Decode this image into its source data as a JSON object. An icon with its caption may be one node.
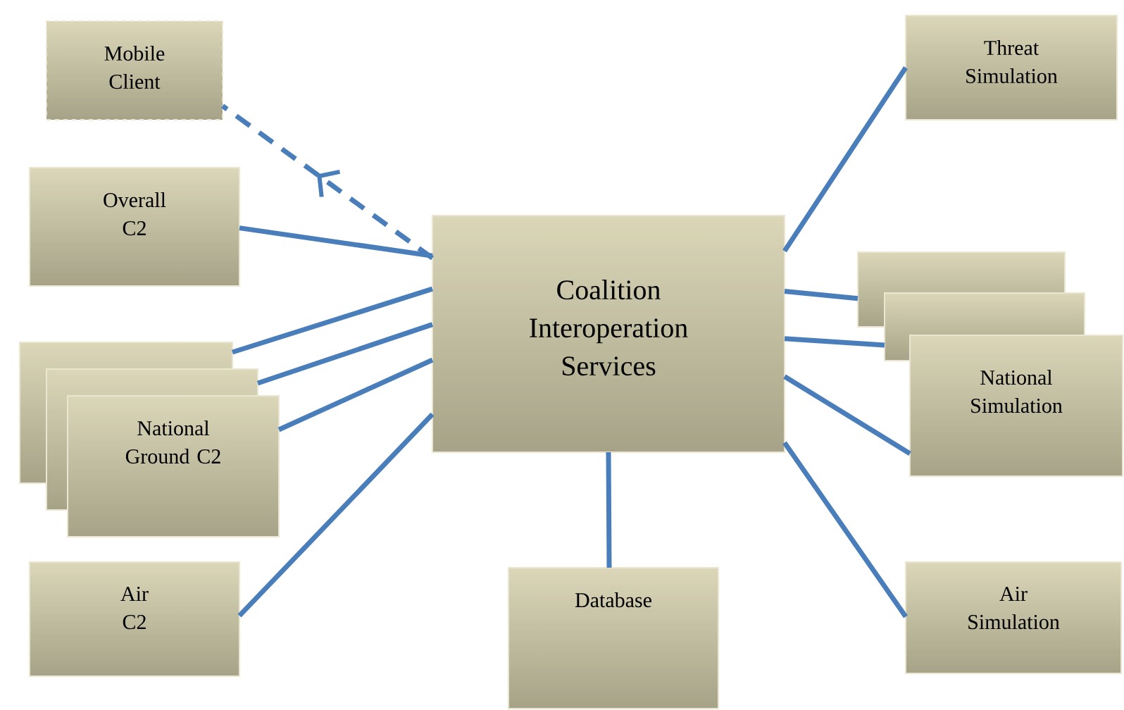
{
  "diagram": {
    "nodes": [
      {
        "text": [
          "Mobile Client"
        ]
      },
      {
        "text": [
          "Overall C2"
        ]
      },
      {
        "text": [],
        "shape": "box"
      },
      {
        "text": [],
        "shape": "box"
      },
      {
        "text": [
          "National Ground C2"
        ]
      },
      {
        "text": [
          "Air C2"
        ]
      },
      {
        "text": [
          "Coalition Interoperation Services"
        ]
      },
      {
        "text": [
          "Database"
        ]
      },
      {
        "text": [
          "Threat Simulation"
        ]
      },
      {
        "text": [],
        "shape": "box"
      },
      {
        "text": [],
        "shape": "box"
      },
      {
        "text": [
          "National Simulation"
        ]
      },
      {
        "text": [
          "Air Simulation"
        ]
      }
    ],
    "edges": [
      {
        "from": 6,
        "to": 0,
        "arrow": "to",
        "style": "dashed"
      },
      {
        "from": 1,
        "to": 6,
        "arrow": "none"
      },
      {
        "from": 6,
        "to": 2,
        "arrow": "none"
      },
      {
        "from": 6,
        "to": 3,
        "arrow": "none"
      },
      {
        "from": 6,
        "to": 4,
        "arrow": "none"
      },
      {
        "from": 6,
        "to": 5,
        "arrow": "none"
      },
      {
        "from": 6,
        "to": 7,
        "arrow": "none"
      },
      {
        "from": 6,
        "to": 8,
        "arrow": "none"
      },
      {
        "from": 6,
        "to": 9,
        "arrow": "none"
      },
      {
        "from": 6,
        "to": 10,
        "arrow": "none"
      },
      {
        "from": 6,
        "to": 11,
        "arrow": "none"
      },
      {
        "from": 6,
        "to": 12,
        "arrow": "none"
      }
    ]
  }
}
